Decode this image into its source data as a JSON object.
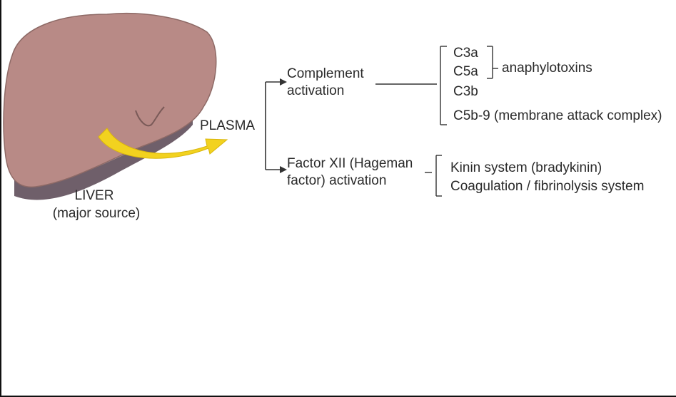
{
  "diagram": {
    "liver": {
      "name": "LIVER",
      "note": "(major source)"
    },
    "plasma": "PLASMA",
    "complement": {
      "line1": "Complement",
      "line2": "activation",
      "products": [
        "C3a",
        "C5a",
        "C3b",
        "C5b-9 (membrane attack complex)"
      ],
      "anaphylotoxins_label": "anaphylotoxins"
    },
    "factor_xii": {
      "line1": "Factor XII (Hageman",
      "line2": "factor) activation",
      "products": [
        "Kinin system (bradykinin)",
        "Coagulation / fibrinolysis system"
      ]
    },
    "colors": {
      "liver_fill": "#b88a86",
      "liver_shadow": "#6f5f6a",
      "arrow_yellow": "#f2d21f",
      "line": "#333333"
    }
  }
}
